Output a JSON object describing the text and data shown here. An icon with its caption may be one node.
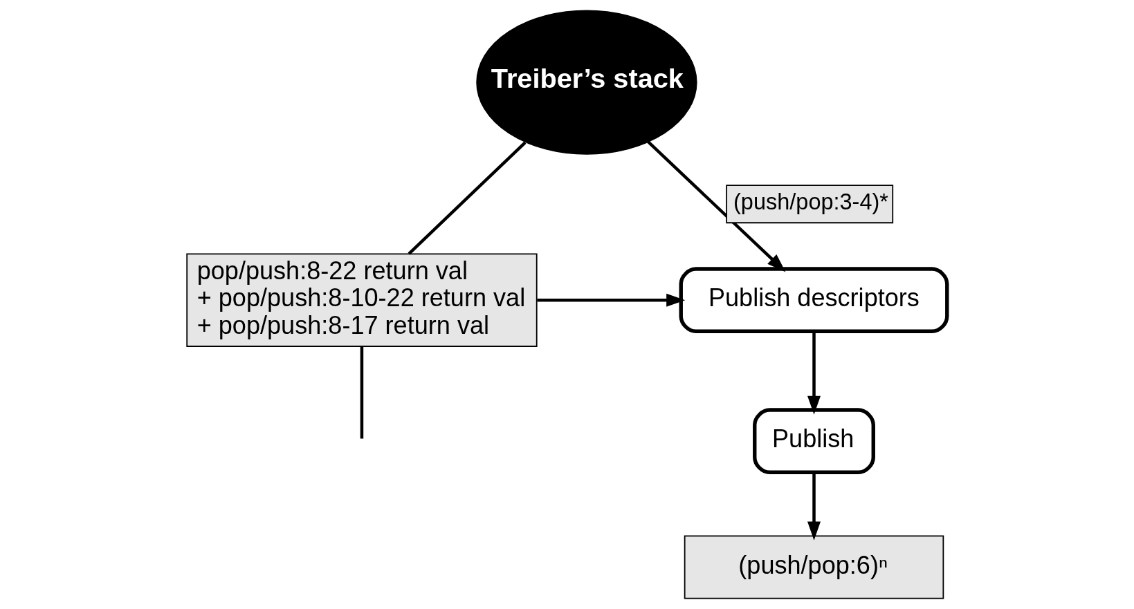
{
  "diagram": {
    "nodes": [
      {
        "text": [
          "Treiber’s stack"
        ]
      },
      {
        "text": [
          "pop/push:8-22 return val",
          "+ pop/push:8-10-22 return val",
          "+ pop/push:8-17 return val"
        ]
      },
      {
        "text": [
          "Publish descriptors"
        ]
      },
      {
        "text": [
          "Publish"
        ]
      },
      {
        "text": [
          "(push/pop:6)ⁿ"
        ]
      }
    ],
    "edges": [
      {
        "from": 1,
        "to": 0,
        "arrow": "none"
      },
      {
        "from": 1,
        "to": 2,
        "arrow": "to"
      },
      {
        "from": 0,
        "to": 2,
        "arrow": "to",
        "label": "(push/pop:3-4)*"
      },
      {
        "from": 2,
        "to": 3,
        "arrow": "to"
      },
      {
        "from": 3,
        "to": 4,
        "arrow": "to"
      },
      {
        "from": 1,
        "to": null,
        "arrow": "none"
      }
    ]
  }
}
